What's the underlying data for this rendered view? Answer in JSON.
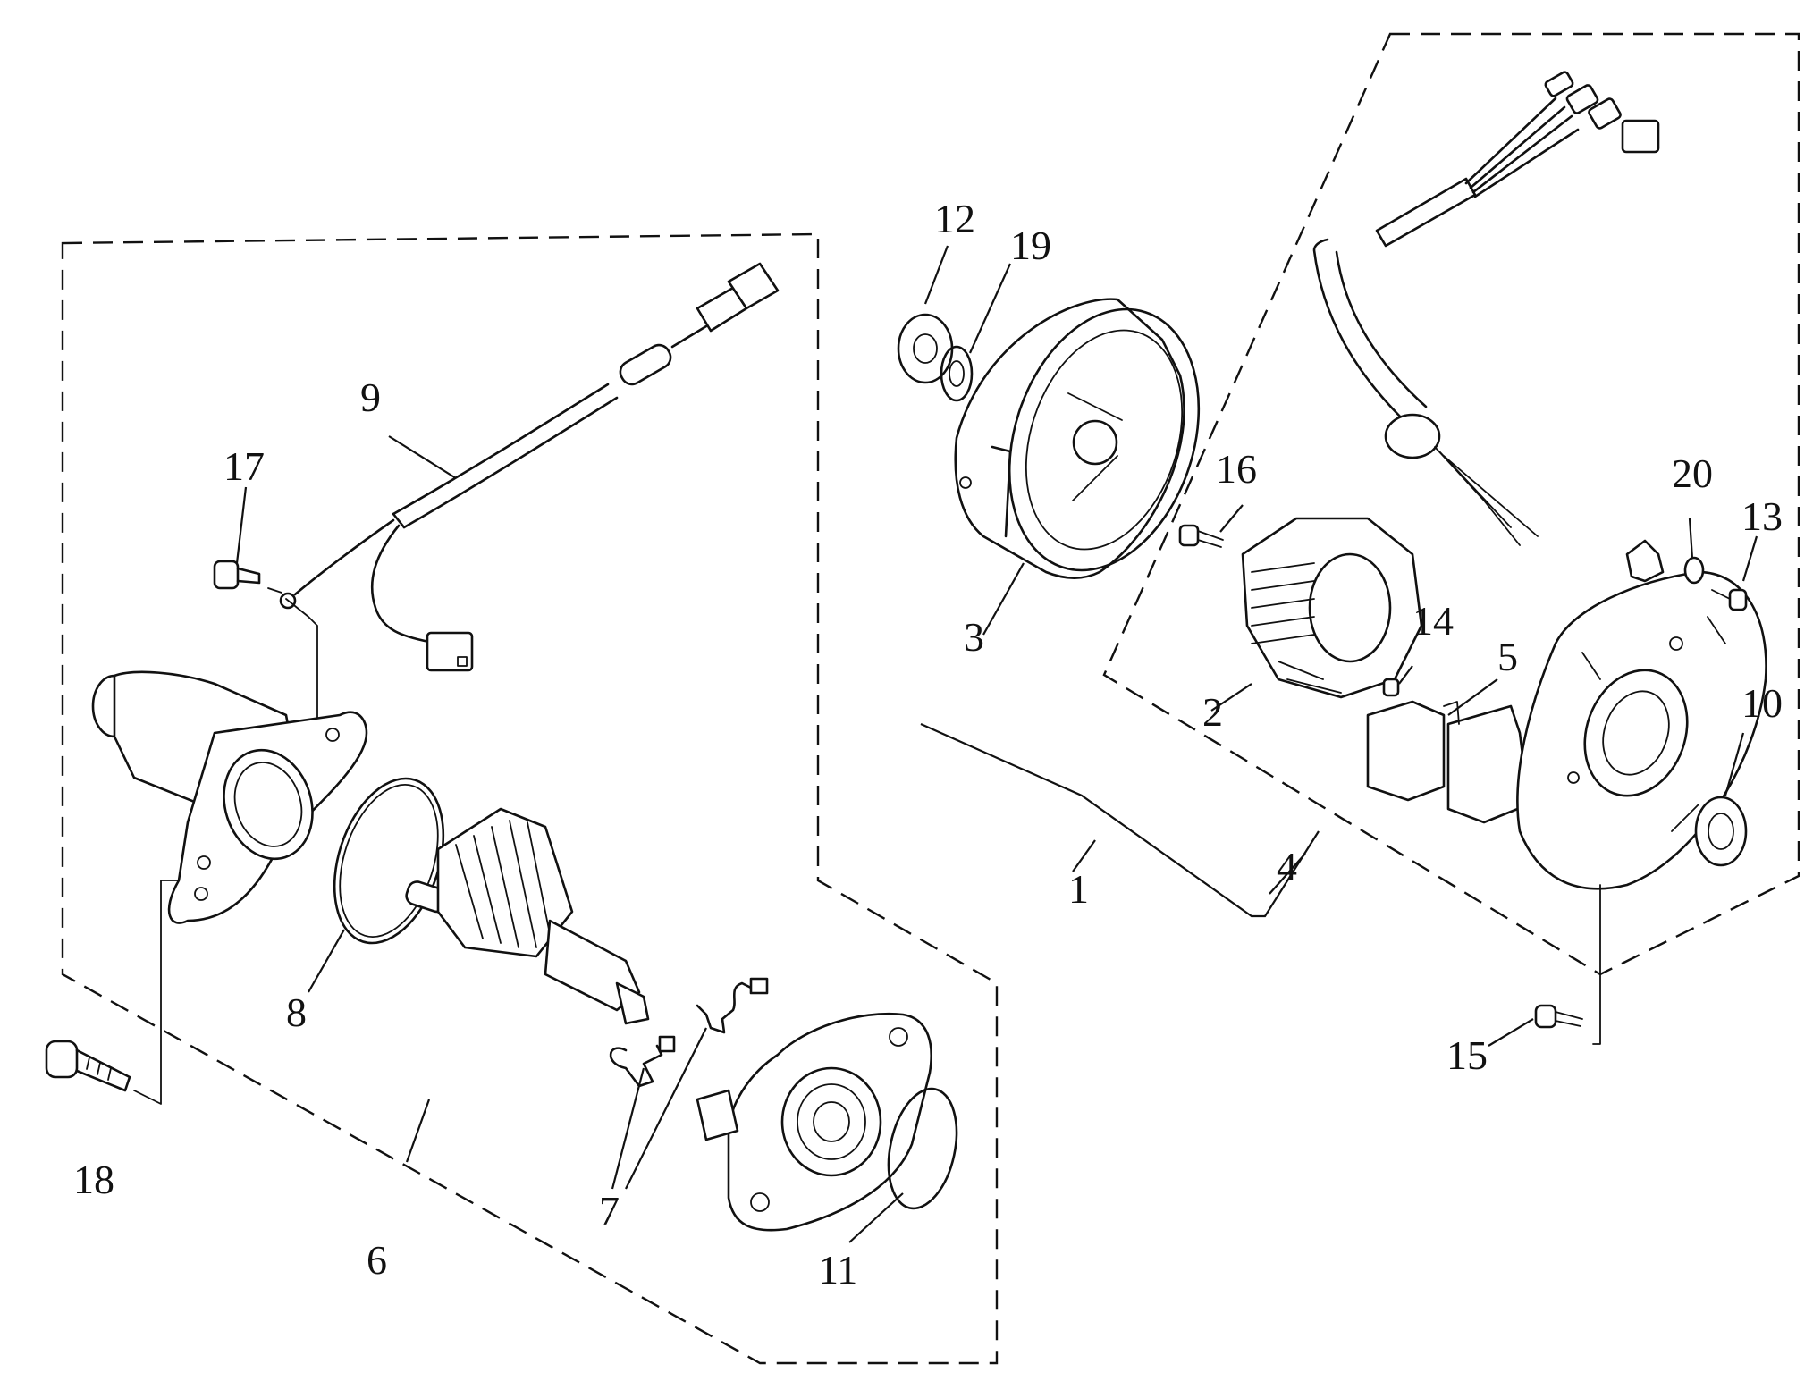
{
  "labels": {
    "p1": "1",
    "p2": "2",
    "p3": "3",
    "p4": "4",
    "p5": "5",
    "p6": "6",
    "p7": "7",
    "p8": "8",
    "p9": "9",
    "p10": "10",
    "p11": "11",
    "p12": "12",
    "p13": "13",
    "p14": "14",
    "p15": "15",
    "p16": "16",
    "p17": "17",
    "p18": "18",
    "p19": "19",
    "p20": "20"
  }
}
